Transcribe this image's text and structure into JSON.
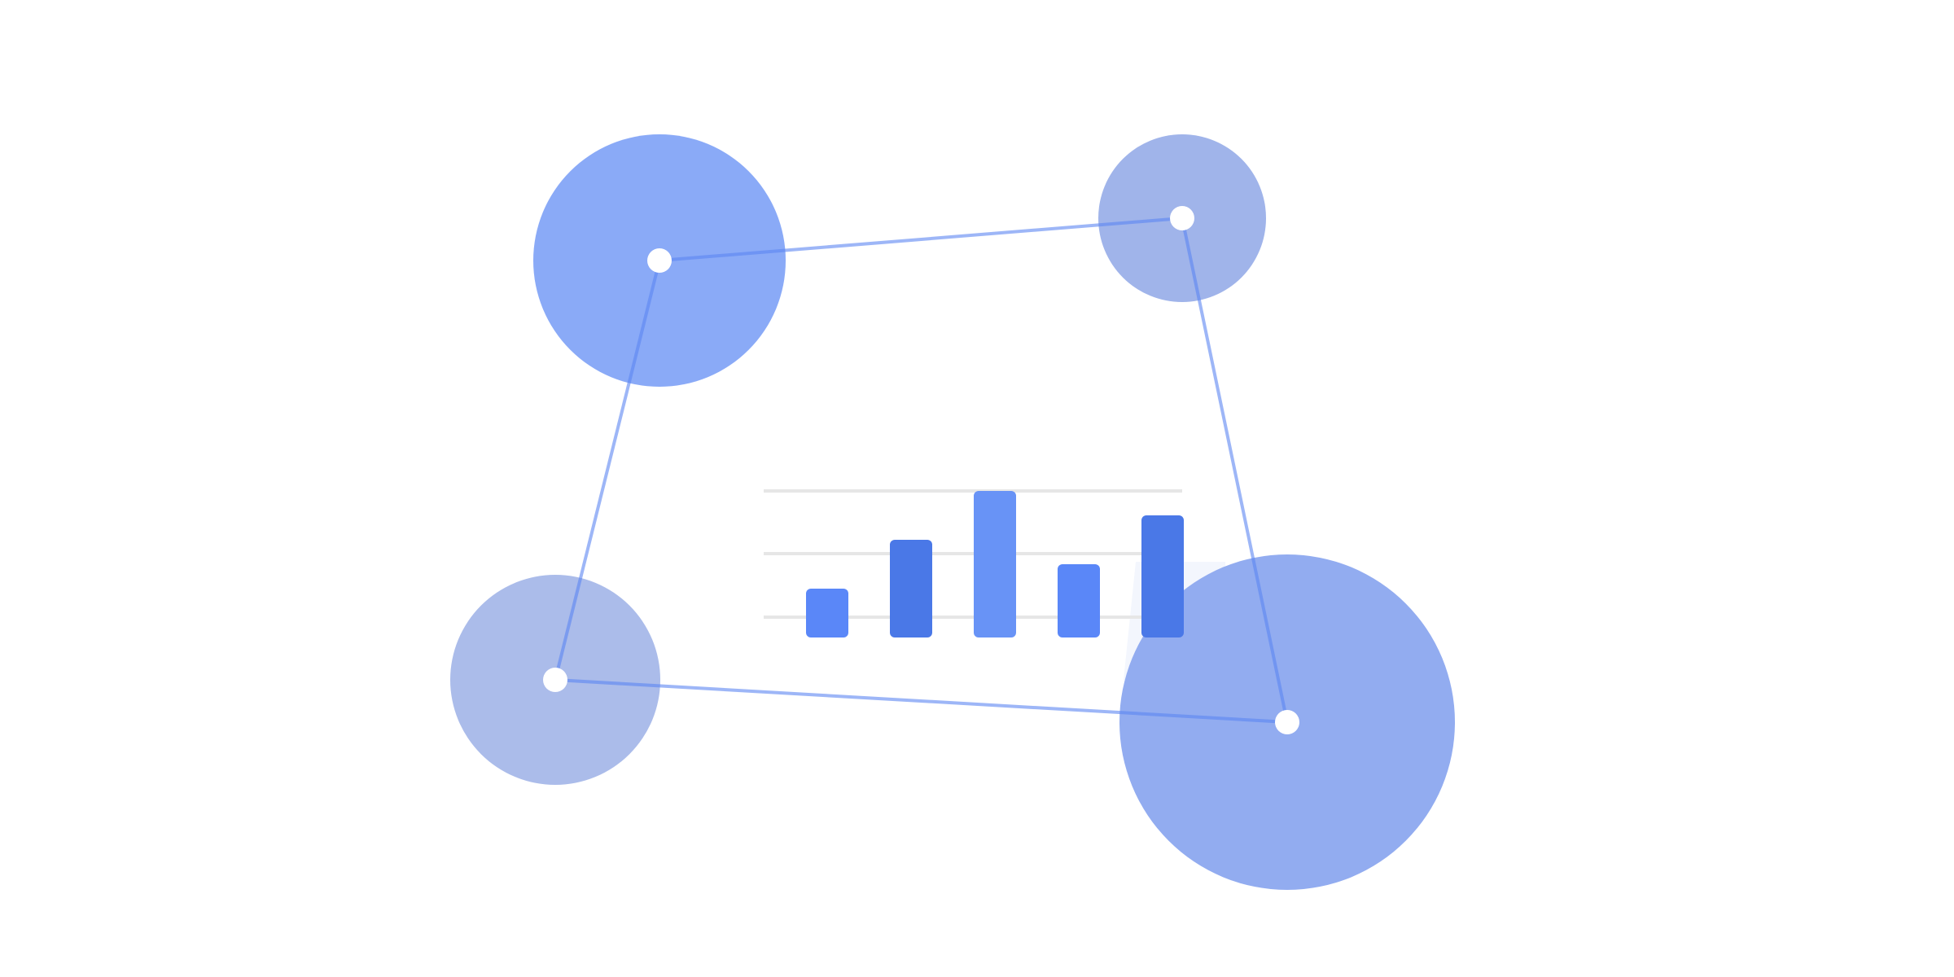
{
  "illustration": {
    "subject": "data-network-with-bar-chart",
    "colors": {
      "background": "#ffffff",
      "connector": "#5b85f2",
      "node_center": "#ffffff",
      "gridline": "#e6e6e6",
      "card": "#f3f6fd"
    },
    "nodes": [
      {
        "name": "node-top-left",
        "color": "#8aaaf7"
      },
      {
        "name": "node-top-right",
        "color": "#a0b4ea"
      },
      {
        "name": "node-bottom-right",
        "color": "#92acf0"
      },
      {
        "name": "node-bottom-left",
        "color": "#abbcea"
      }
    ],
    "bars": [
      {
        "level": 0.3,
        "color": "#5a87f8"
      },
      {
        "level": 0.6,
        "color": "#4a78e7"
      },
      {
        "level": 0.9,
        "color": "#6893f6"
      },
      {
        "level": 0.45,
        "color": "#5a87f8"
      },
      {
        "level": 0.75,
        "color": "#4a78e7"
      }
    ]
  }
}
